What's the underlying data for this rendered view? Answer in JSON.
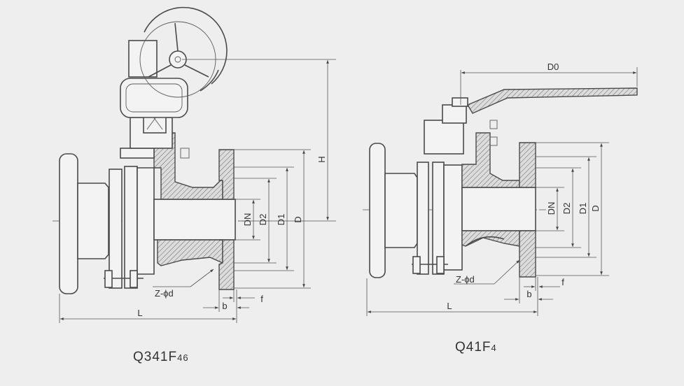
{
  "valve_left": {
    "name": "Q341F",
    "name_suffix": "46",
    "dims": {
      "H": "H",
      "DN": "DN",
      "D2": "D2",
      "D1": "D1",
      "D": "D",
      "L": "L",
      "b": "b",
      "f": "f",
      "Z": "Z-ϕd"
    }
  },
  "valve_right": {
    "name": "Q41F",
    "name_suffix": "4",
    "dims": {
      "D0": "D0",
      "DN": "DN",
      "D2": "D2",
      "D1": "D1",
      "D": "D",
      "L": "L",
      "b": "b",
      "f": "f",
      "Z": "Z-ϕd"
    }
  }
}
